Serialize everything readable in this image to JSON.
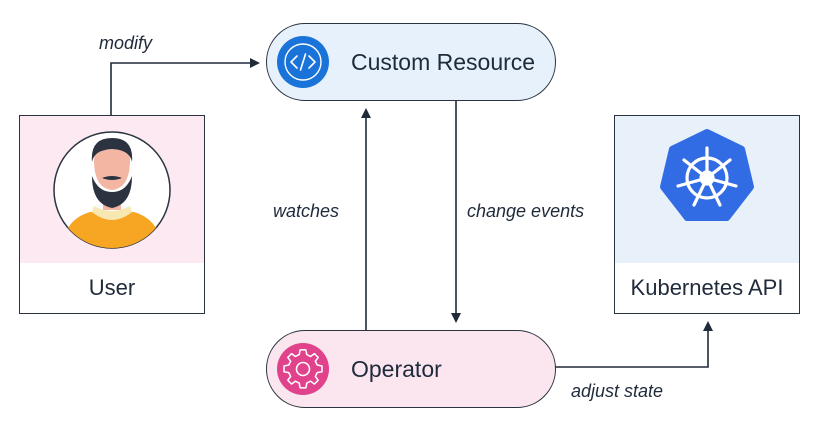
{
  "nodes": {
    "custom_resource": {
      "label": "Custom Resource",
      "icon": "code-icon",
      "color": "#1a73d9"
    },
    "operator": {
      "label": "Operator",
      "icon": "gear-icon",
      "color": "#e0438c"
    },
    "user": {
      "label": "User",
      "icon": "avatar-icon"
    },
    "kubernetes_api": {
      "label": "Kubernetes API",
      "icon": "kubernetes-helm-icon",
      "color": "#326ce5"
    }
  },
  "edges": {
    "modify": "modify",
    "watches": "watches",
    "change_events": "change events",
    "adjust_state": "adjust state"
  }
}
